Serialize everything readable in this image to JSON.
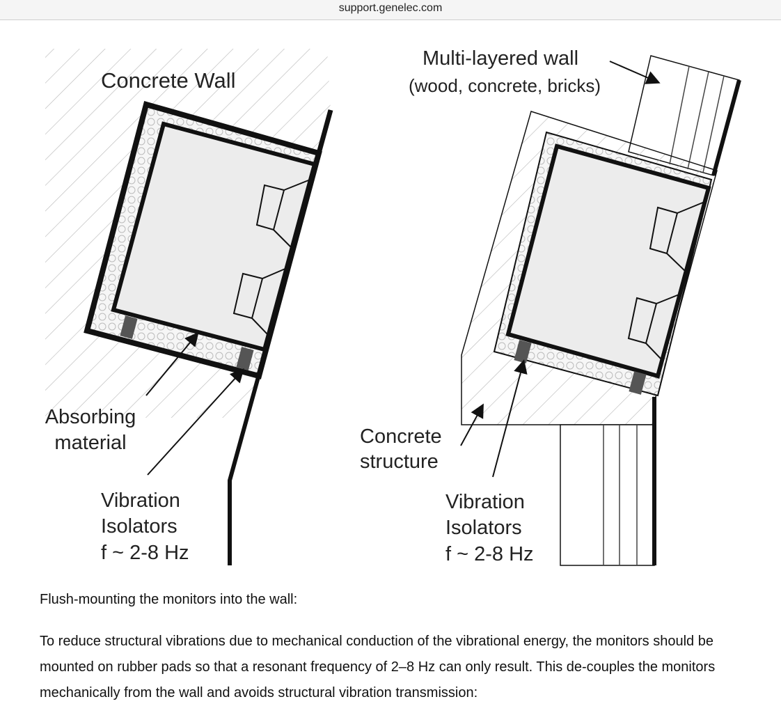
{
  "browser": {
    "url": "support.genelec.com"
  },
  "figure": {
    "left": {
      "concrete_wall": "Concrete Wall",
      "absorbing_line1": "Absorbing",
      "absorbing_line2": "material",
      "vib_line1": "Vibration",
      "vib_line2": "Isolators",
      "vib_line3": "f ~ 2-8 Hz"
    },
    "right": {
      "multi_line1": "Multi-layered wall",
      "multi_line2": "(wood, concrete, bricks)",
      "concrete_line1": "Concrete",
      "concrete_line2": "structure",
      "vib_line1": "Vibration",
      "vib_line2": "Isolators",
      "vib_line3": "f ~ 2-8 Hz"
    }
  },
  "article": {
    "caption": "Flush-mounting the monitors into the wall:",
    "paragraph": "To reduce structural vibrations due to mechanical conduction of the vibrational energy, the monitors should be mounted on rubber pads so that a resonant frequency of 2–8 Hz can only result. This de-couples the monitors mechanically from the wall and avoids structural vibration transmission:"
  }
}
